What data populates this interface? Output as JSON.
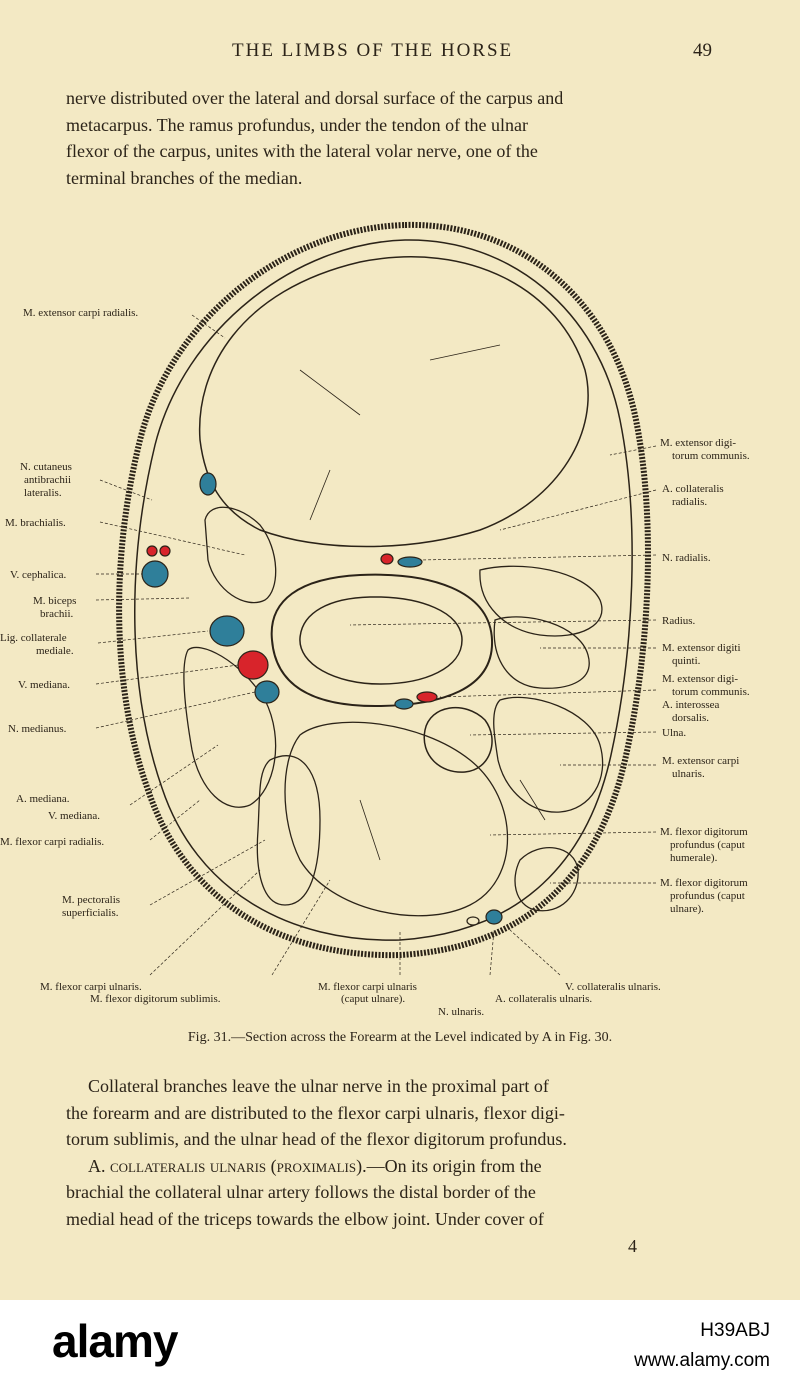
{
  "header": {
    "running_head": "THE LIMBS OF THE HORSE",
    "folio": "49"
  },
  "intro_paragraph": {
    "lines": [
      "nerve distributed over the lateral and dorsal surface of the carpus and",
      "metacarpus.  The ramus profundus, under the tendon of the ulnar",
      "flexor of the carpus, unites with the lateral volar nerve, one of the",
      "terminal branches of the median."
    ]
  },
  "figure": {
    "labels_left": [
      "M. extensor carpi radialis.",
      "N. cutaneus",
      "antibrachii",
      "lateralis.",
      "M. brachialis.",
      "V. cephalica.",
      "M. biceps",
      "brachii.",
      "Lig. collaterale",
      "mediale.",
      "V. mediana.",
      "N. medianus.",
      "A. mediana.",
      "V. mediana.",
      "M. flexor carpi radialis.",
      "M. pectoralis",
      "superficialis."
    ],
    "labels_right": [
      "M. extensor digi-",
      "torum communis.",
      "A. collateralis",
      "radialis.",
      "N. radialis.",
      "Radius.",
      "M. extensor digiti",
      "quinti.",
      "M. extensor digi-",
      "torum communis.",
      "A. interossea",
      "dorsalis.",
      "Ulna.",
      "M. extensor carpi",
      "ulnaris.",
      "M. flexor digitorum",
      "profundus (caput",
      "humerale).",
      "M. flexor digitorum",
      "profundus (caput",
      "ulnare)."
    ],
    "labels_bottom": [
      "M. flexor carpi ulnaris.",
      "M. flexor digitorum sublimis.",
      "M. flexor carpi ulnaris",
      "(caput ulnare).",
      "V. collateralis ulnaris.",
      "A. collateralis ulnaris.",
      "N. ulnaris."
    ],
    "colors": {
      "artery": "#d8242b",
      "vein": "#2f7f9a",
      "outline": "#2b2318"
    }
  },
  "caption": "Fig. 31.—Section across the Forearm at the Level indicated by A in Fig. 30.",
  "body_paragraph": {
    "lines": [
      "Collateral branches leave the ulnar nerve in the proximal part of",
      "the forearm and are distributed to the flexor carpi ulnaris, flexor digi-",
      "torum sublimis, and the ulnar head of the flexor digitorum profundus."
    ],
    "heading": "A. collateralis ulnaris (proximalis).",
    "heading_rest": "—On its origin from the",
    "lines_after": [
      "brachial the collateral ulnar artery follows the distal border of the",
      "medial head of the triceps towards the elbow joint.  Under cover of"
    ]
  },
  "signature_mark": "4",
  "banner": {
    "brand": "alamy",
    "image_id": "H39ABJ",
    "site": "www.alamy.com"
  }
}
